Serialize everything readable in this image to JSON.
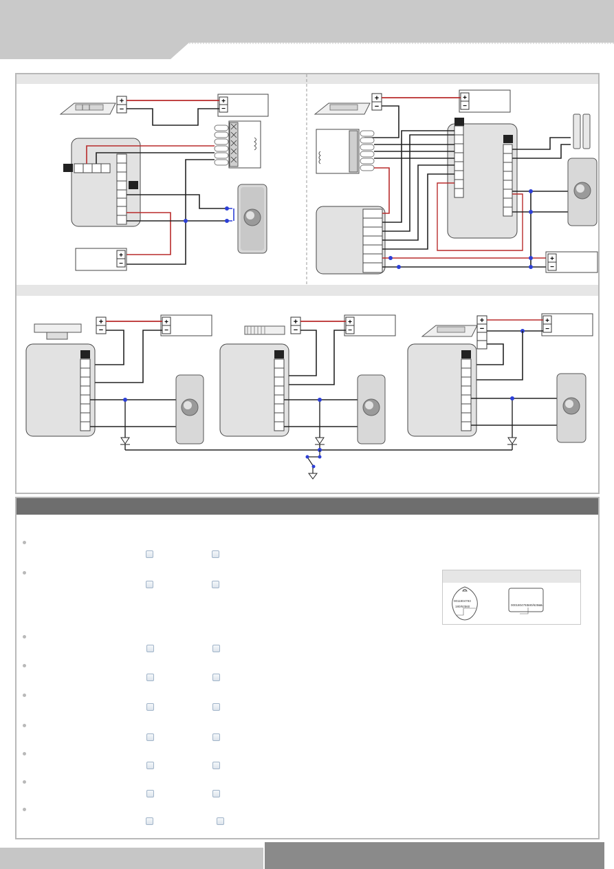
{
  "colors": {
    "header_gray": "#c9c9c9",
    "frame_gray": "#b8b8b8",
    "section_band": "#e6e6e6",
    "title_bar": "#6e6e6e",
    "wire_red": "#b82a2a",
    "wire_black": "#222222",
    "junction_blue": "#2c3fd6",
    "controller_fill": "#e2e2e2"
  },
  "diagram": {
    "terminal_plus": "+",
    "terminal_minus": "−",
    "icons": [
      "electric-strike-lock-icon",
      "magnetic-lock-icon",
      "exit-button-icon",
      "relay-module-icon",
      "diode-icon",
      "ground-icon",
      "switch-icon"
    ]
  },
  "questions": {
    "rows": 9,
    "checkboxes_per_row": 2
  },
  "card_illustration": {
    "fob_number": "0011804793",
    "fob_code": "180/62560",
    "card_number": "0001804793",
    "card_code": "180/62560"
  }
}
